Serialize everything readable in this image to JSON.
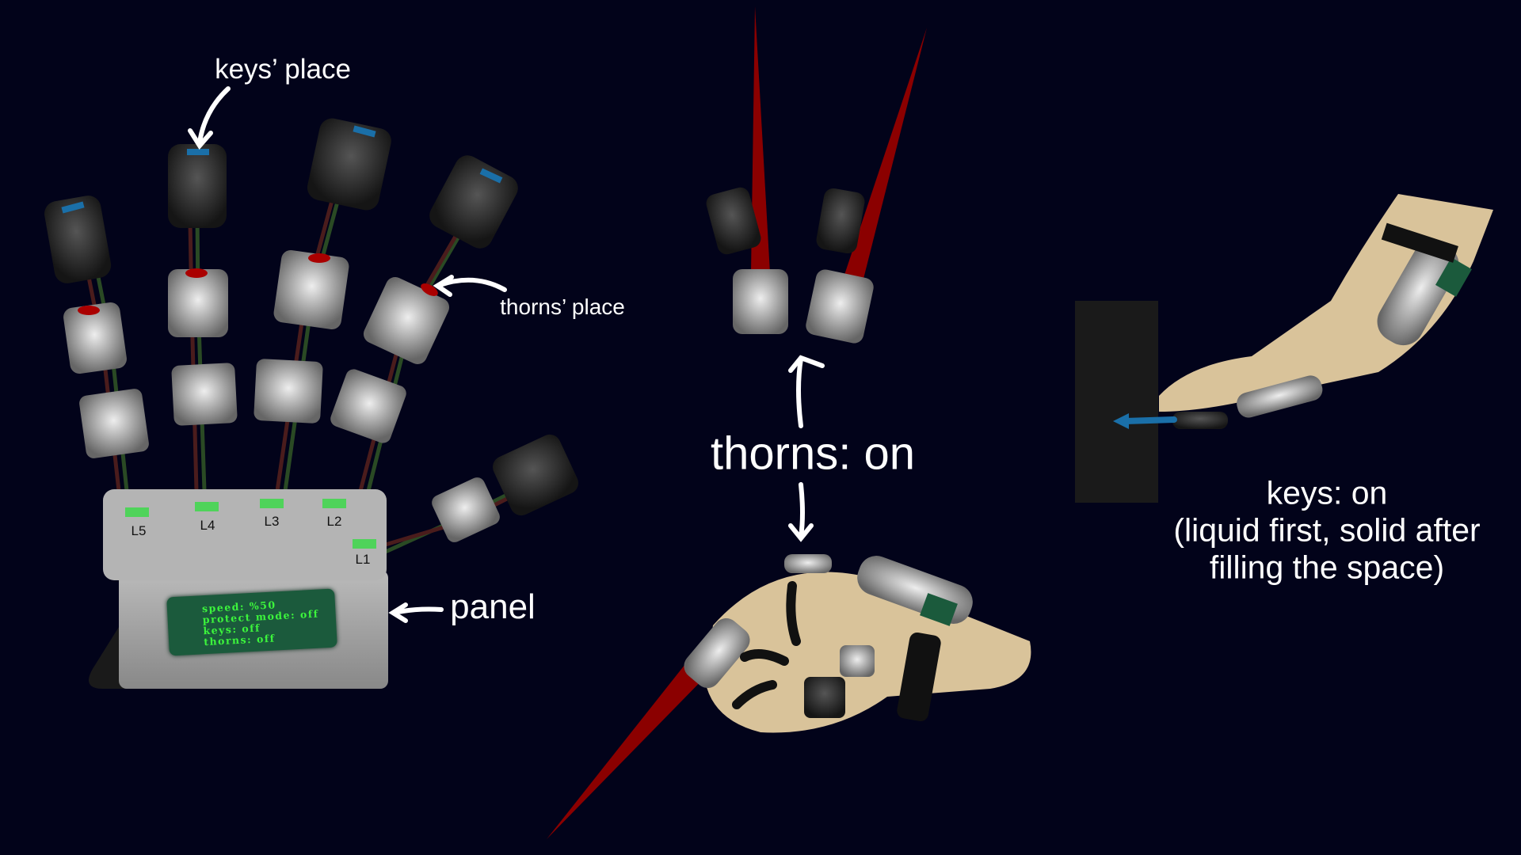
{
  "labels": {
    "keys_place": "keys’ place",
    "thorns_place": "thorns’ place",
    "panel": "panel",
    "thorns_on": "thorns: on",
    "keys_on": [
      "keys: on",
      "(liquid first, solid after",
      "filling the space)"
    ]
  },
  "leds": [
    "L5",
    "L4",
    "L3",
    "L2",
    "L1"
  ],
  "panel_screen": [
    "speed: %50",
    "protect mode: off",
    "keys: off",
    "thorns: off"
  ],
  "colors": {
    "background": "#02031a",
    "led": "#4fd35a",
    "screen": "#1b5a3c",
    "screen_text": "#3cf53c",
    "thorn": "#8b0000",
    "key": "#1a6fa8",
    "skin": "#d9c39a"
  }
}
